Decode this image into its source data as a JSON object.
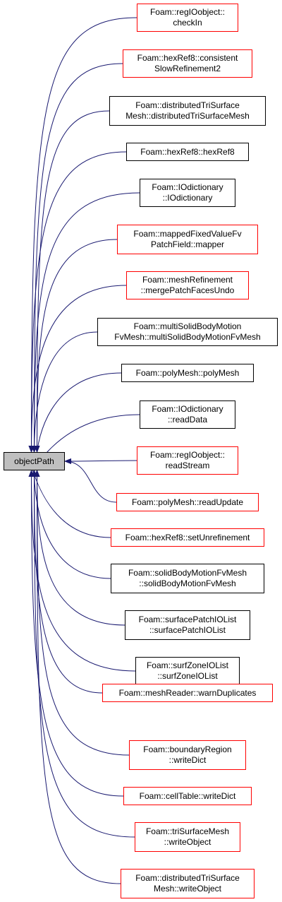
{
  "colors": {
    "edge": "#191970",
    "red_border": "#ff0000",
    "black_border": "#000000",
    "root_fill": "#bfbfbf"
  },
  "root": {
    "label": "objectPath"
  },
  "callers": [
    {
      "lines": [
        "Foam::regIOobject::",
        "checkIn"
      ],
      "border": "red"
    },
    {
      "lines": [
        "Foam::hexRef8::consistent",
        "SlowRefinement2"
      ],
      "border": "red"
    },
    {
      "lines": [
        "Foam::distributedTriSurface",
        "Mesh::distributedTriSurfaceMesh"
      ],
      "border": "black"
    },
    {
      "lines": [
        "Foam::hexRef8::hexRef8"
      ],
      "border": "black"
    },
    {
      "lines": [
        "Foam::IOdictionary",
        "::IOdictionary"
      ],
      "border": "black"
    },
    {
      "lines": [
        "Foam::mappedFixedValueFv",
        "PatchField::mapper"
      ],
      "border": "red"
    },
    {
      "lines": [
        "Foam::meshRefinement",
        "::mergePatchFacesUndo"
      ],
      "border": "red"
    },
    {
      "lines": [
        "Foam::multiSolidBodyMotion",
        "FvMesh::multiSolidBodyMotionFvMesh"
      ],
      "border": "black"
    },
    {
      "lines": [
        "Foam::polyMesh::polyMesh"
      ],
      "border": "black"
    },
    {
      "lines": [
        "Foam::IOdictionary",
        "::readData"
      ],
      "border": "black"
    },
    {
      "lines": [
        "Foam::regIOobject::",
        "readStream"
      ],
      "border": "red"
    },
    {
      "lines": [
        "Foam::polyMesh::readUpdate"
      ],
      "border": "red"
    },
    {
      "lines": [
        "Foam::hexRef8::setUnrefinement"
      ],
      "border": "red"
    },
    {
      "lines": [
        "Foam::solidBodyMotionFvMesh",
        "::solidBodyMotionFvMesh"
      ],
      "border": "black"
    },
    {
      "lines": [
        "Foam::surfacePatchIOList",
        "::surfacePatchIOList"
      ],
      "border": "black"
    },
    {
      "lines": [
        "Foam::surfZoneIOList",
        "::surfZoneIOList"
      ],
      "border": "black"
    },
    {
      "lines": [
        "Foam::meshReader::warnDuplicates"
      ],
      "border": "red"
    },
    {
      "lines": [
        "Foam::boundaryRegion",
        "::writeDict"
      ],
      "border": "red"
    },
    {
      "lines": [
        "Foam::cellTable::writeDict"
      ],
      "border": "red"
    },
    {
      "lines": [
        "Foam::triSurfaceMesh",
        "::writeObject"
      ],
      "border": "red"
    },
    {
      "lines": [
        "Foam::distributedTriSurface",
        "Mesh::writeObject"
      ],
      "border": "red"
    }
  ]
}
